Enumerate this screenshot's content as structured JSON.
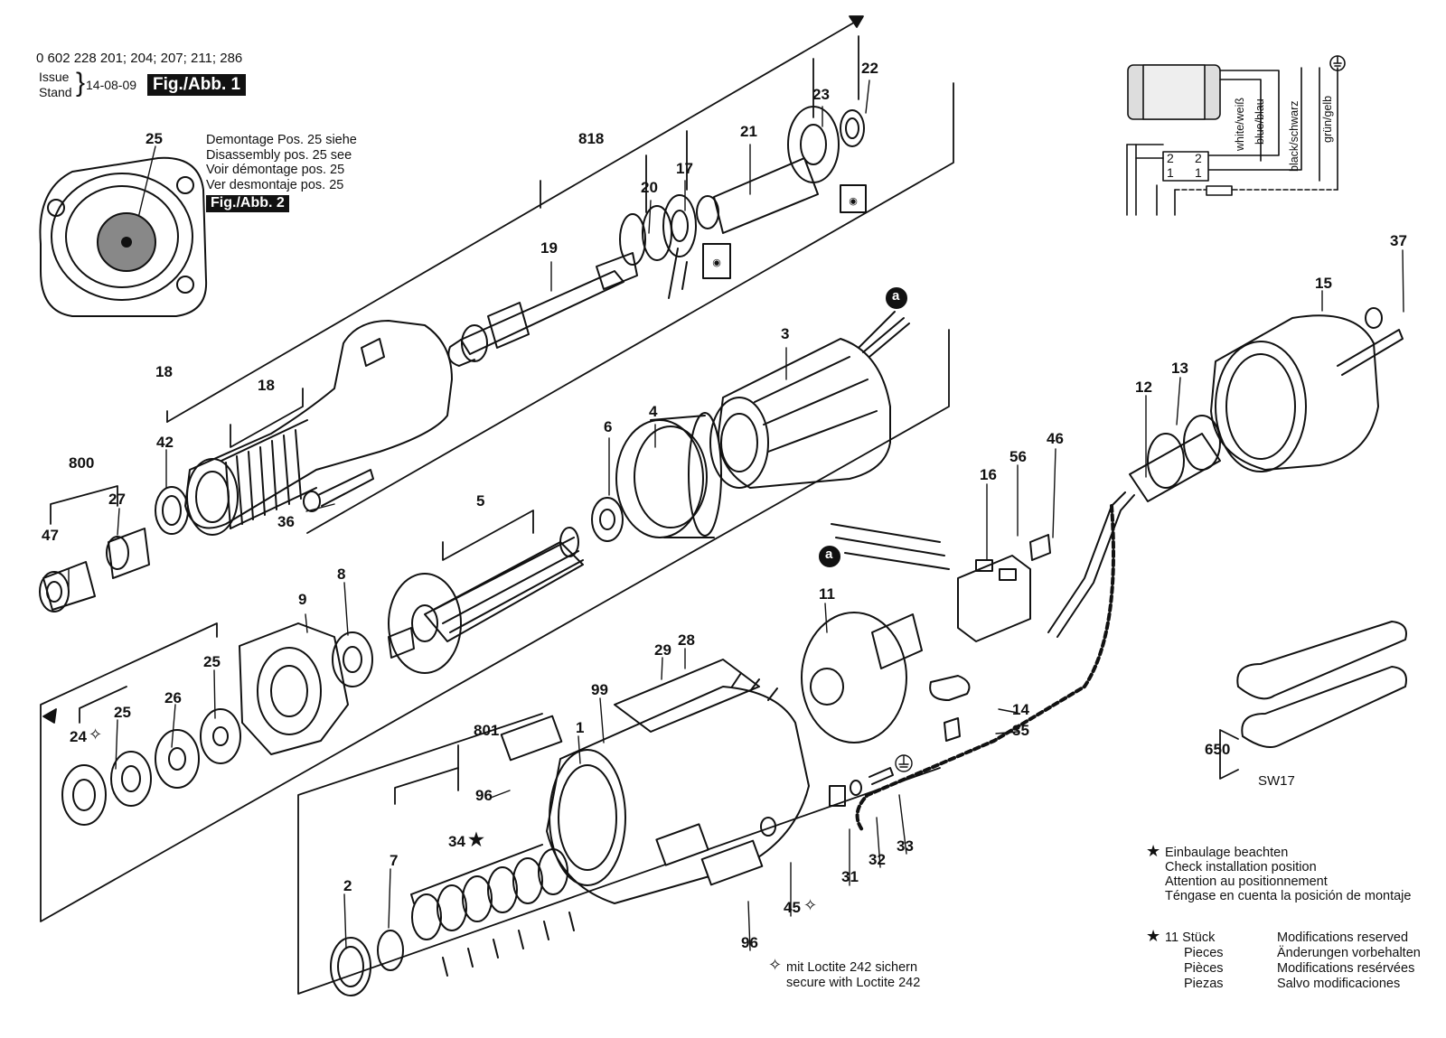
{
  "header": {
    "part_numbers": "0 602 228 201; 204; 207; 211; 286",
    "issue_label": "Issue",
    "stand_label": "Stand",
    "date": "14-08-09",
    "fig1": "Fig./Abb. 1"
  },
  "disassembly_note": {
    "lines": [
      "Demontage Pos. 25 siehe",
      "Disassembly pos. 25 see",
      "Voir démontage pos. 25",
      "Ver desmontaje pos. 25"
    ],
    "fig2": "Fig./Abb. 2"
  },
  "wiring": {
    "wires": [
      "white/weiß",
      "blue/blau",
      "black/schwarz",
      "grün/gelb"
    ],
    "terminals": [
      "2",
      "2",
      "1",
      "1"
    ],
    "marker_a": "a"
  },
  "parts": {
    "p0": "25",
    "p1": "22",
    "p2": "23",
    "p3": "818",
    "p4": "21",
    "p5": "17",
    "p6": "20",
    "p7": "19",
    "p8": "3",
    "p9": "18",
    "p10": "18",
    "p11": "42",
    "p12": "4",
    "p13": "800",
    "p14": "27",
    "p15": "47",
    "p16": "36",
    "p17": "6",
    "p18": "5",
    "p19": "9",
    "p20": "8",
    "p21": "25",
    "p22": "25",
    "p23": "26",
    "p24": "24",
    "p25": "37",
    "p26": "15",
    "p27": "13",
    "p28": "12",
    "p29": "46",
    "p30": "56",
    "p31": "16",
    "p32": "11",
    "p33": "29",
    "p34": "28",
    "p35": "99",
    "p36": "801",
    "p37": "1",
    "p38": "14",
    "p39": "35",
    "p40": "96",
    "p41": "34",
    "p42": "7",
    "p43": "2",
    "p44": "96",
    "p45": "45",
    "p46": "31",
    "p47": "32",
    "p48": "33",
    "p49": "650",
    "p50": "SW17"
  },
  "legend": {
    "install_lines": [
      "Einbaulage beachten",
      "Check installation position",
      "Attention au positionnement",
      "Téngase en cuenta la posición de montaje"
    ],
    "qty_lines": [
      "11 Stück",
      "Pieces",
      "Pièces",
      "Piezas"
    ],
    "mod_lines": [
      "Modifications reserved",
      "Änderungen vorbehalten",
      "Modifications resérvées",
      "Salvo modificaciones"
    ],
    "loctite_lines": [
      "mit Loctite 242 sichern",
      "secure with Loctite 242"
    ]
  }
}
